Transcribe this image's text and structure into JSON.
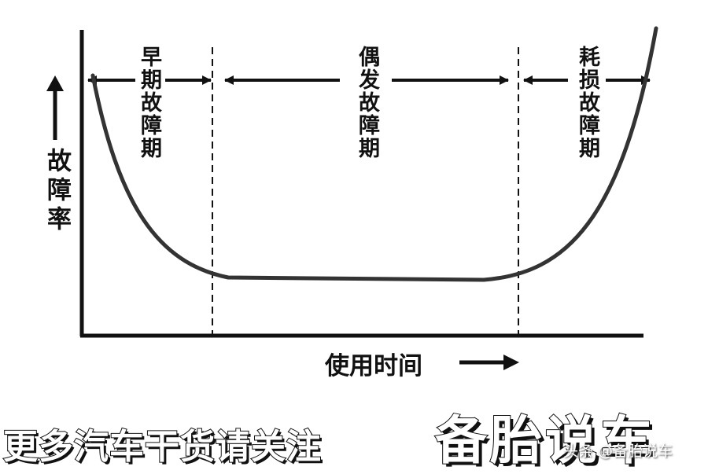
{
  "diagram": {
    "y_axis_label": "故障率",
    "x_axis_label": "使用时间",
    "phases": [
      {
        "id": "early",
        "label": "早期故障期"
      },
      {
        "id": "random",
        "label": "偶发故障期"
      },
      {
        "id": "wearout",
        "label": "耗损故障期"
      }
    ],
    "colors": {
      "ink": "#111111",
      "background": "#ffffff"
    }
  },
  "footer": {
    "banner": "更多汽车干货请关注",
    "brand": "备胎说车",
    "watermark": "头条 @备胎说车"
  }
}
